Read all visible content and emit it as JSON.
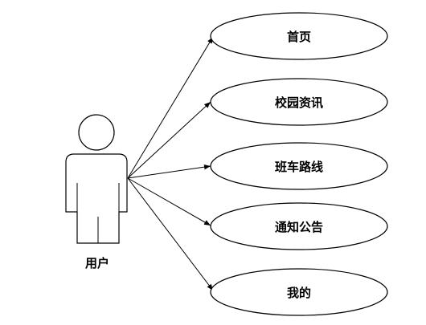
{
  "actor": {
    "label": "用户"
  },
  "use_cases": [
    {
      "label": "首页"
    },
    {
      "label": "校园资讯"
    },
    {
      "label": "班车路线"
    },
    {
      "label": "通知公告"
    },
    {
      "label": "我的"
    }
  ],
  "colors": {
    "stroke": "#000000",
    "background": "#ffffff"
  }
}
